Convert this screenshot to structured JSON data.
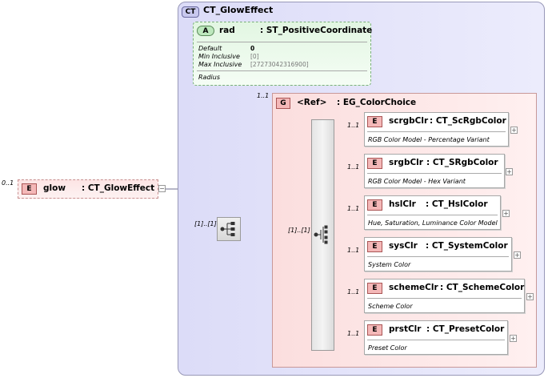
{
  "complex_type": {
    "badge": "CT",
    "name": "CT_GlowEffect"
  },
  "attribute": {
    "badge": "A",
    "name": "rad",
    "type": ": ST_PositiveCoordinate",
    "props": [
      {
        "label": "Default",
        "value": "0"
      },
      {
        "label": "Min Inclusive",
        "value": "[0]"
      },
      {
        "label": "Max Inclusive",
        "value": "[27273042316900]"
      }
    ],
    "description": "Radius"
  },
  "root_element": {
    "badge": "E",
    "name": "glow",
    "type": ": CT_GlowEffect",
    "cardinality": "0..1",
    "toggle": "−"
  },
  "sequence": {
    "cardinality": "[1]..[1]"
  },
  "group": {
    "badge": "G",
    "ref": "<Ref>",
    "name": ": EG_ColorChoice",
    "cardinality": "1..1",
    "choice_cardinality": "[1]..[1]"
  },
  "children": [
    {
      "badge": "E",
      "name": "scrgbClr",
      "type": ": CT_ScRgbColor",
      "description": "RGB Color Model - Percentage Variant",
      "cardinality": "1..1",
      "toggle": "+"
    },
    {
      "badge": "E",
      "name": "srgbClr",
      "type": ": CT_SRgbColor",
      "description": "RGB Color Model - Hex Variant",
      "cardinality": "1..1",
      "toggle": "+"
    },
    {
      "badge": "E",
      "name": "hslClr",
      "type": ": CT_HslColor",
      "description": "Hue, Saturation, Luminance Color Model",
      "cardinality": "1..1",
      "toggle": "+"
    },
    {
      "badge": "E",
      "name": "sysClr",
      "type": ": CT_SystemColor",
      "description": "System Color",
      "cardinality": "1..1",
      "toggle": "+"
    },
    {
      "badge": "E",
      "name": "schemeClr",
      "type": ": CT_SchemeColor",
      "description": "Scheme Color",
      "cardinality": "1..1",
      "toggle": "+"
    },
    {
      "badge": "E",
      "name": "prstClr",
      "type": ": CT_PresetColor",
      "description": "Preset Color",
      "cardinality": "1..1",
      "toggle": "+"
    }
  ]
}
